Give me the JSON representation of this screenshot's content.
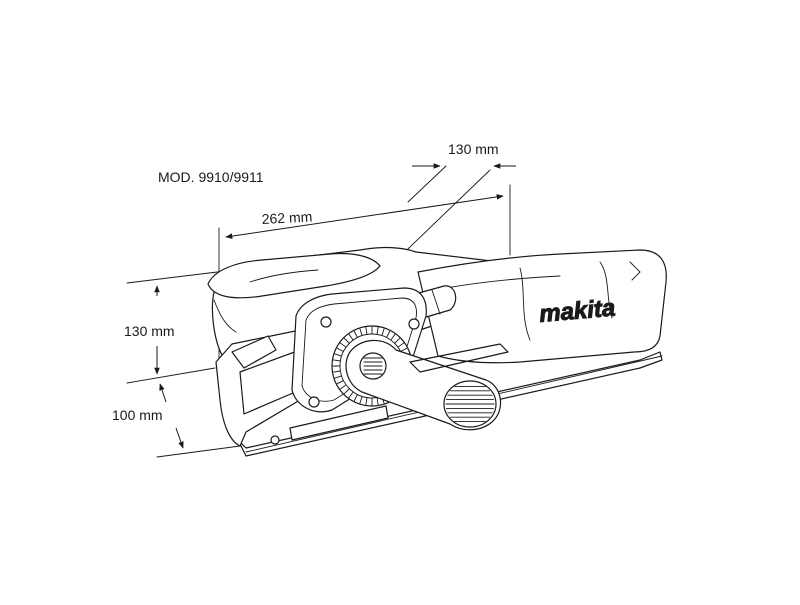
{
  "model_label": "MOD.  9910/9911",
  "brand_logo": "makita",
  "dimensions": {
    "length": "262 mm",
    "belt_width": "130 mm",
    "height_upper": "130 mm",
    "height_lower": "100 mm"
  }
}
